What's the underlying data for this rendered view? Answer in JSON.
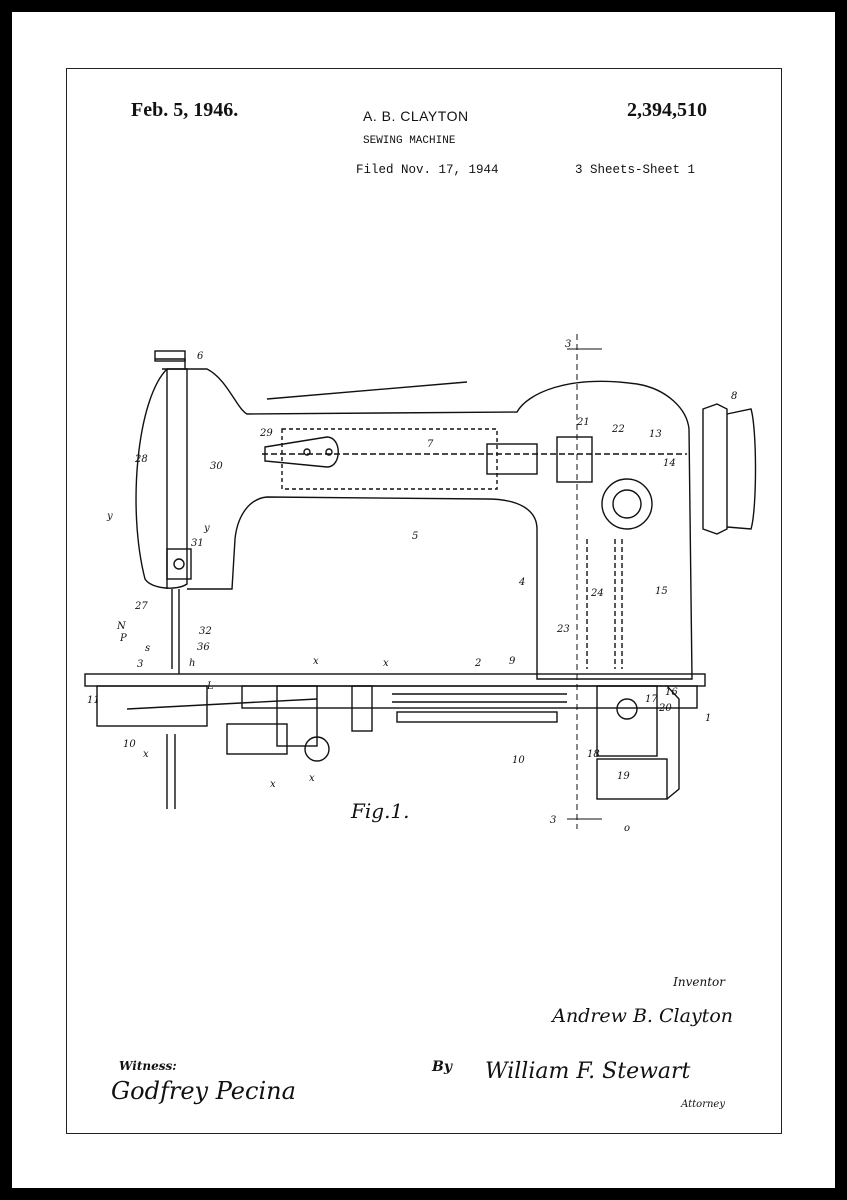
{
  "header": {
    "date": "Feb. 5, 1946.",
    "inventor_name": "A. B. CLAYTON",
    "patent_number": "2,394,510",
    "title": "SEWING MACHINE",
    "filed": "Filed Nov. 17, 1944",
    "sheets": "3 Sheets-Sheet 1"
  },
  "figure_label": "Fig.1.",
  "reference_numbers": [
    "3",
    "6",
    "8",
    "29",
    "7",
    "21",
    "22",
    "13",
    "14",
    "28",
    "30",
    "y",
    "y",
    "5",
    "31",
    "4",
    "24",
    "15",
    "23",
    "27",
    "N",
    "P",
    "32",
    "s",
    "36",
    "3",
    "h",
    "L",
    "x",
    "x",
    "2",
    "9",
    "17",
    "16",
    "11",
    "20",
    "1",
    "10",
    "10",
    "x",
    "x",
    "x",
    "18",
    "19",
    "3",
    "o"
  ],
  "signatures": {
    "inventor_label": "Inventor",
    "inventor": "Andrew B. Clayton",
    "witness_label": "Witness:",
    "witness": "Godfrey Pecina",
    "by": "By",
    "attorney_signature": "William F. Stewart",
    "attorney_label": "Attorney"
  }
}
